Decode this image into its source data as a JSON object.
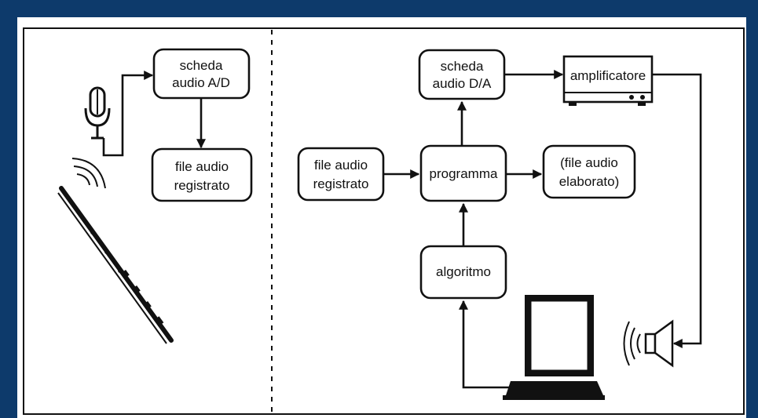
{
  "colors": {
    "frame": "#0d3a6b",
    "panel": "#ffffff",
    "ink": "#111111"
  },
  "boxes": {
    "scheda_ad": {
      "line1": "scheda",
      "line2": "audio A/D"
    },
    "file_reg_left": {
      "line1": "file audio",
      "line2": "registrato"
    },
    "scheda_da": {
      "line1": "scheda",
      "line2": "audio D/A"
    },
    "amplificatore": {
      "line1": "amplificatore"
    },
    "file_reg_right": {
      "line1": "file audio",
      "line2": "registrato"
    },
    "programma": {
      "line1": "programma"
    },
    "file_elab": {
      "line1": "(file audio",
      "line2": "elaborato)"
    },
    "algoritmo": {
      "line1": "algoritmo"
    }
  },
  "icons": [
    "microphone-icon",
    "sound-waves-icon",
    "flute-icon",
    "computer-icon",
    "speaker-icon",
    "amplifier-device-icon"
  ]
}
